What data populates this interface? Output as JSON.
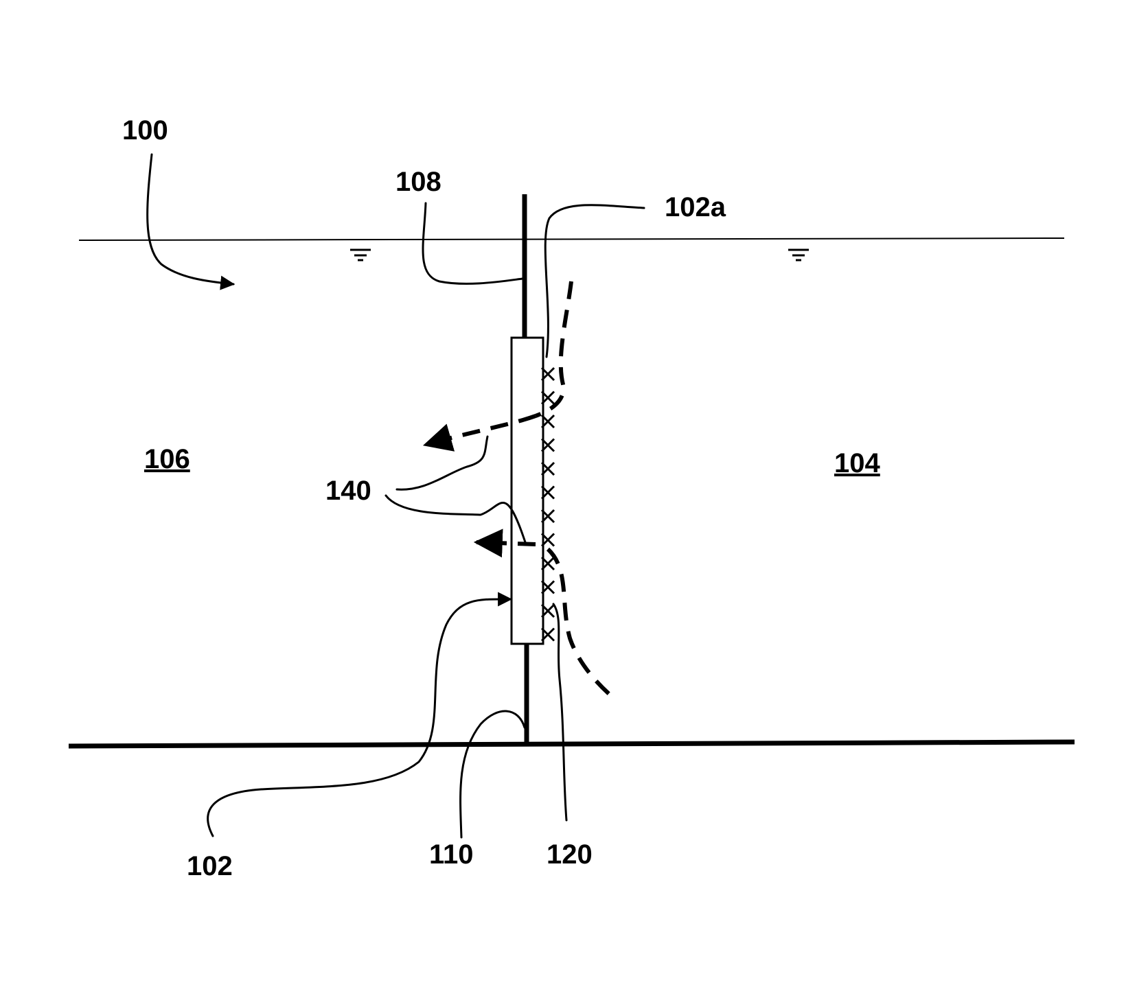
{
  "labels": {
    "system": "100",
    "barrier": "102",
    "barrier_face": "102a",
    "region_right": "104",
    "region_left": "106",
    "upper_post": "108",
    "lower_post": "110",
    "cells": "120",
    "flow": "140"
  }
}
